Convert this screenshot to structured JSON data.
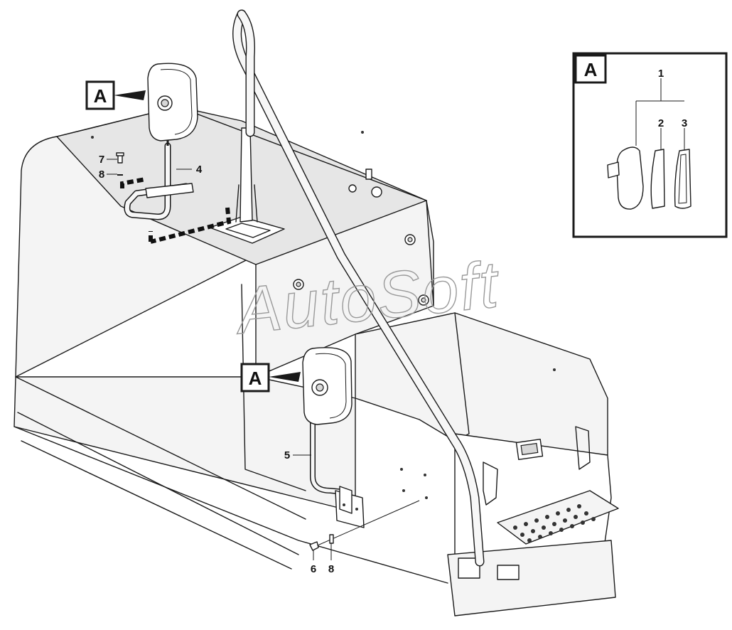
{
  "callouts": {
    "view_a_top": "A",
    "view_a_bottom": "A",
    "view_a_detail": "A",
    "part_1": "1",
    "part_2": "2",
    "part_3": "3",
    "part_4": "4",
    "part_5": "5",
    "part_6": "6",
    "part_7": "7",
    "part_8_top": "8",
    "part_8_bottom": "8"
  },
  "watermark": {
    "text": "AutoSoft"
  },
  "colors": {
    "line": "#1a1a1a",
    "watermark": "#9a9a9a",
    "background": "#ffffff"
  }
}
